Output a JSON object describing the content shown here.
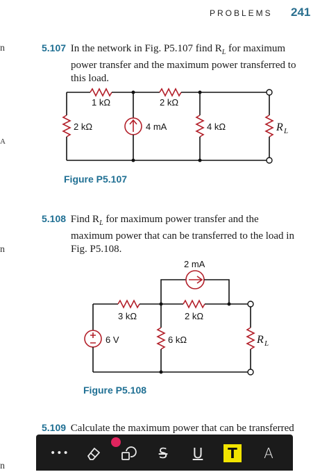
{
  "header": {
    "section_label": "PROBLEMS",
    "page_number": "241"
  },
  "margin_fragments": [
    "n",
    "A",
    "n",
    "n"
  ],
  "problems": [
    {
      "number": "5.107",
      "lines": [
        "In the network in Fig. P5.107 find R",
        " for maximum",
        "power transfer and the maximum power transferred to",
        "this load."
      ],
      "figure": {
        "caption": "Figure P5.107",
        "labels": {
          "r_top_left": "1 kΩ",
          "r_top_right": "2 kΩ",
          "r_left": "2 kΩ",
          "source": "4 mA",
          "r_mid": "4 kΩ",
          "load": "R",
          "load_sub": "L"
        }
      }
    },
    {
      "number": "5.108",
      "lines": [
        "Find R",
        " for maximum power transfer and the",
        "maximum power that can be transferred to the load in",
        "Fig. P5.108."
      ],
      "figure": {
        "caption": "Figure P5.108",
        "labels": {
          "current_source": "2 mA",
          "r_top_left": "3 kΩ",
          "r_top_right": "2 kΩ",
          "voltage_source": "6 V",
          "r_mid": "6 kΩ",
          "load": "R",
          "load_sub": "L"
        }
      }
    },
    {
      "number": "5.109",
      "lines": [
        "Calculate the maximum power that can be transferred"
      ]
    }
  ],
  "toolbar": {
    "items": [
      "more-icon",
      "eraser-icon",
      "shapes-icon",
      "strikethrough-icon",
      "underline-icon",
      "text-highlight-icon",
      "pen-icon"
    ],
    "glyphs": {
      "more": "•••",
      "strike": "S",
      "underline": "U",
      "text": "T",
      "pen": "A"
    },
    "active_color": "#f2e400",
    "badge_color": "#e0245e"
  }
}
